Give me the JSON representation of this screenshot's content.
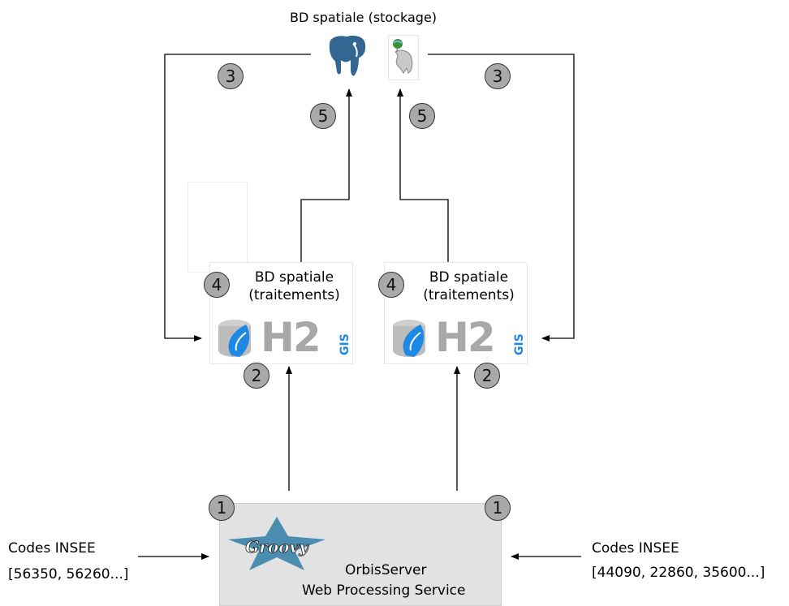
{
  "storage": {
    "title": "BD spatiale (stockage)"
  },
  "processing_left": {
    "line1": "BD spatiale",
    "line2": "(traitements)"
  },
  "processing_right": {
    "line1": "BD spatiale",
    "line2": "(traitements)"
  },
  "h2gis_logo": {
    "letters": "H2",
    "sub": "GIS"
  },
  "server": {
    "line1": "OrbisServer",
    "line2": "Web Processing Service"
  },
  "input_left": {
    "line1": "Codes INSEE",
    "line2": "[56350, 56260...]"
  },
  "input_right": {
    "line1": "Codes INSEE",
    "line2": "[44090, 22860, 35600...]"
  },
  "steps": {
    "one": "1",
    "two": "2",
    "three": "3",
    "four": "4",
    "five": "5"
  },
  "colors": {
    "step_fill": "#a9a9a9",
    "postgres_blue": "#336791",
    "h2gis_blue": "#1e88e5",
    "h2_gray": "#a8a8a8",
    "groovy_blue": "#4a8db0",
    "server_bg": "#e2e2e2"
  }
}
